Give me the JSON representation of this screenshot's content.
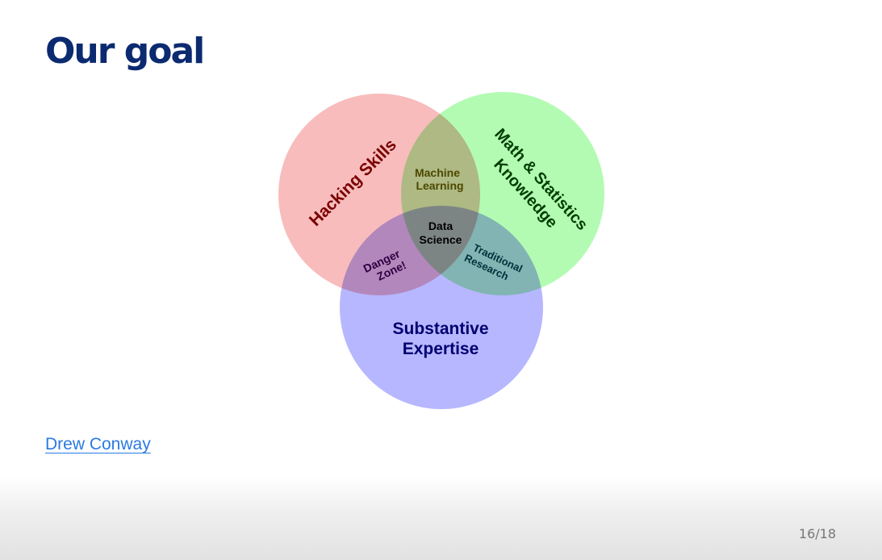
{
  "slide": {
    "title": "Our goal",
    "credit_link": "Drew Conway",
    "page_number": "16/18"
  },
  "venn": {
    "circles": {
      "hacking": {
        "label": "Hacking Skills",
        "color": "#f7b0b0",
        "text_color": "#7a0000"
      },
      "math": {
        "label_line1": "Math & Statistics",
        "label_line2": "Knowledge",
        "color": "#a6fba6",
        "text_color": "#003d00"
      },
      "substantive": {
        "label_line1": "Substantive",
        "label_line2": "Expertise",
        "color": "#aaaaff",
        "text_color": "#000070"
      }
    },
    "overlaps": {
      "machine_learning": {
        "line1": "Machine",
        "line2": "Learning",
        "text_color": "#4d4800"
      },
      "data_science": {
        "line1": "Data",
        "line2": "Science",
        "text_color": "#000000"
      },
      "danger_zone": {
        "line1": "Danger",
        "line2": "Zone!",
        "text_color": "#2e0040"
      },
      "traditional_research": {
        "line1": "Traditional",
        "line2": "Research",
        "text_color": "#00303a"
      }
    }
  }
}
